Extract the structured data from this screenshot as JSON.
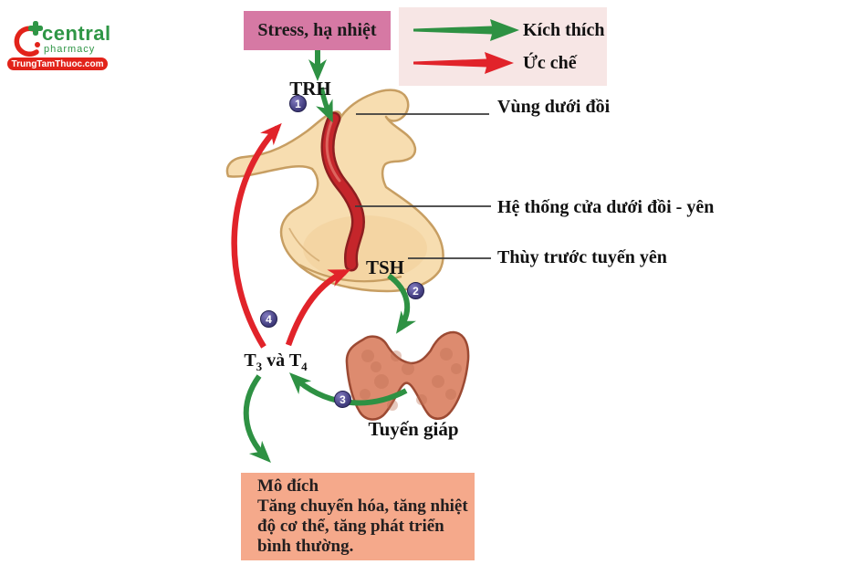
{
  "logo": {
    "brand": "central",
    "subtitle": "pharmacy",
    "badge": "TrungTamThuoc.com"
  },
  "stress_box": {
    "label": "Stress, hạ nhiệt"
  },
  "legend": {
    "stimulate": "Kích thích",
    "inhibit": "Ức chế"
  },
  "hormones": {
    "trh": "TRH",
    "tsh": "TSH",
    "t3t4": {
      "base1": "T",
      "sub1": "3",
      "middle": "và",
      "base2": "T",
      "sub2": "4"
    }
  },
  "anatomy_labels": {
    "hypothalamus": "Vùng dưới đồi",
    "portal_system": "Hệ thống cửa dưới đồi - yên",
    "anterior_pituitary": "Thùy trước tuyến yên",
    "thyroid": "Tuyến giáp"
  },
  "target_box": {
    "title": "Mô đích",
    "line1": "Tăng chuyển hóa, tăng nhiệt",
    "line2": "độ cơ thể, tăng phát triển",
    "line3": "bình thường."
  },
  "steps": [
    "1",
    "2",
    "3",
    "4"
  ],
  "colors": {
    "stimulate_green": "#2e9143",
    "inhibit_red": "#e1232a",
    "stress_bg": "#d679a4",
    "legend_bg": "#f7e6e5",
    "target_bg": "#f5a98b",
    "gland_tan": "#f7ddb0",
    "thyroid_coral": "#dd8b6f",
    "step_circle": "#474284",
    "logo_red": "#e2231a",
    "logo_green": "#2f9646"
  }
}
